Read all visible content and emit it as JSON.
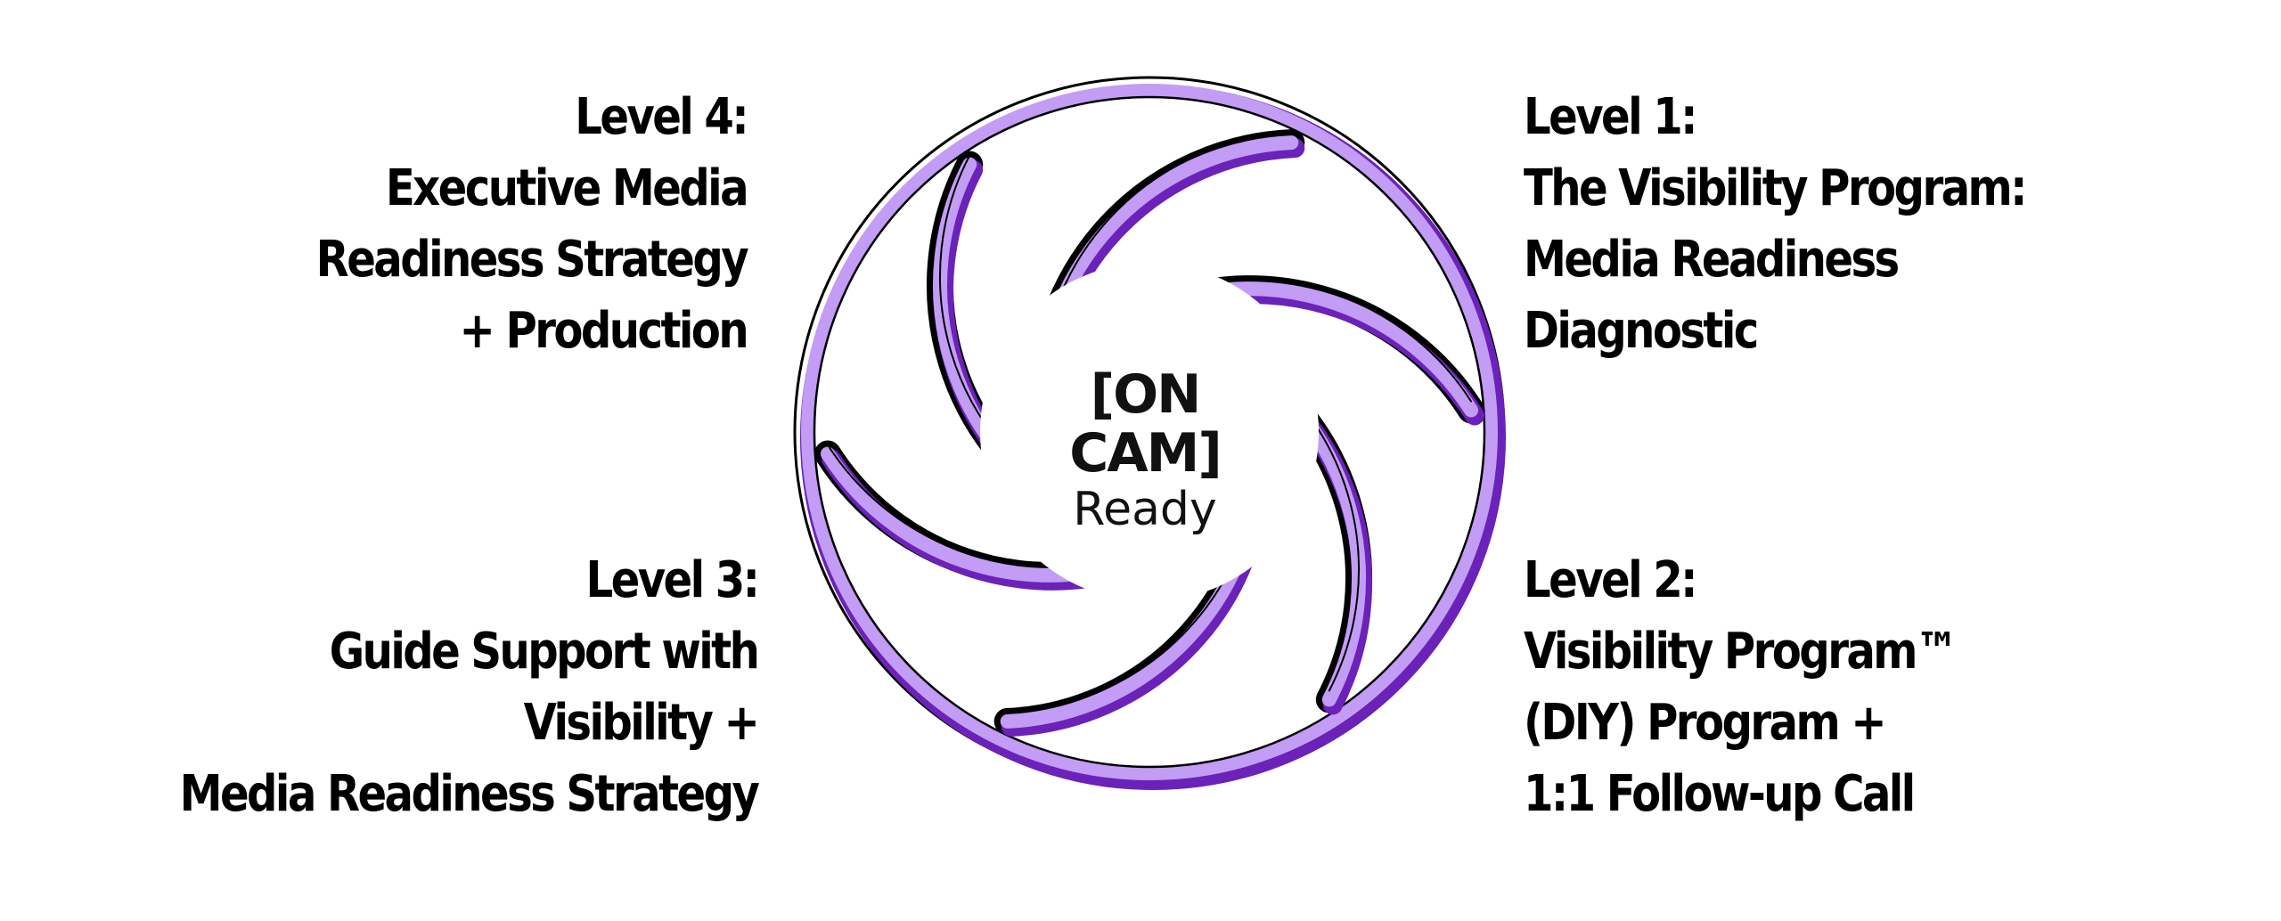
{
  "logo": {
    "brand": "[ON CAM]",
    "subtitle": "Ready"
  },
  "levels": {
    "level1": {
      "heading": "Level 1:",
      "lines": [
        "The Visibility Program:",
        "Media Readiness",
        "Diagnostic"
      ]
    },
    "level2": {
      "heading": "Level 2:",
      "lines": [
        "Visibility Program™",
        "(DIY) Program +",
        "1:1 Follow-up Call"
      ]
    },
    "level3": {
      "heading": "Level 3:",
      "lines": [
        "Guide Support with",
        "Visibility +",
        "Media Readiness Strategy"
      ]
    },
    "level4": {
      "heading": "Level 4:",
      "lines": [
        "Executive Media",
        "Readiness Strategy",
        "+ Production"
      ]
    }
  },
  "colors": {
    "light_purple": "#c39cf5",
    "dark_purple": "#6a22b8",
    "outline": "#000000",
    "text": "#000000",
    "background": "#ffffff"
  },
  "icon": "aperture-icon"
}
